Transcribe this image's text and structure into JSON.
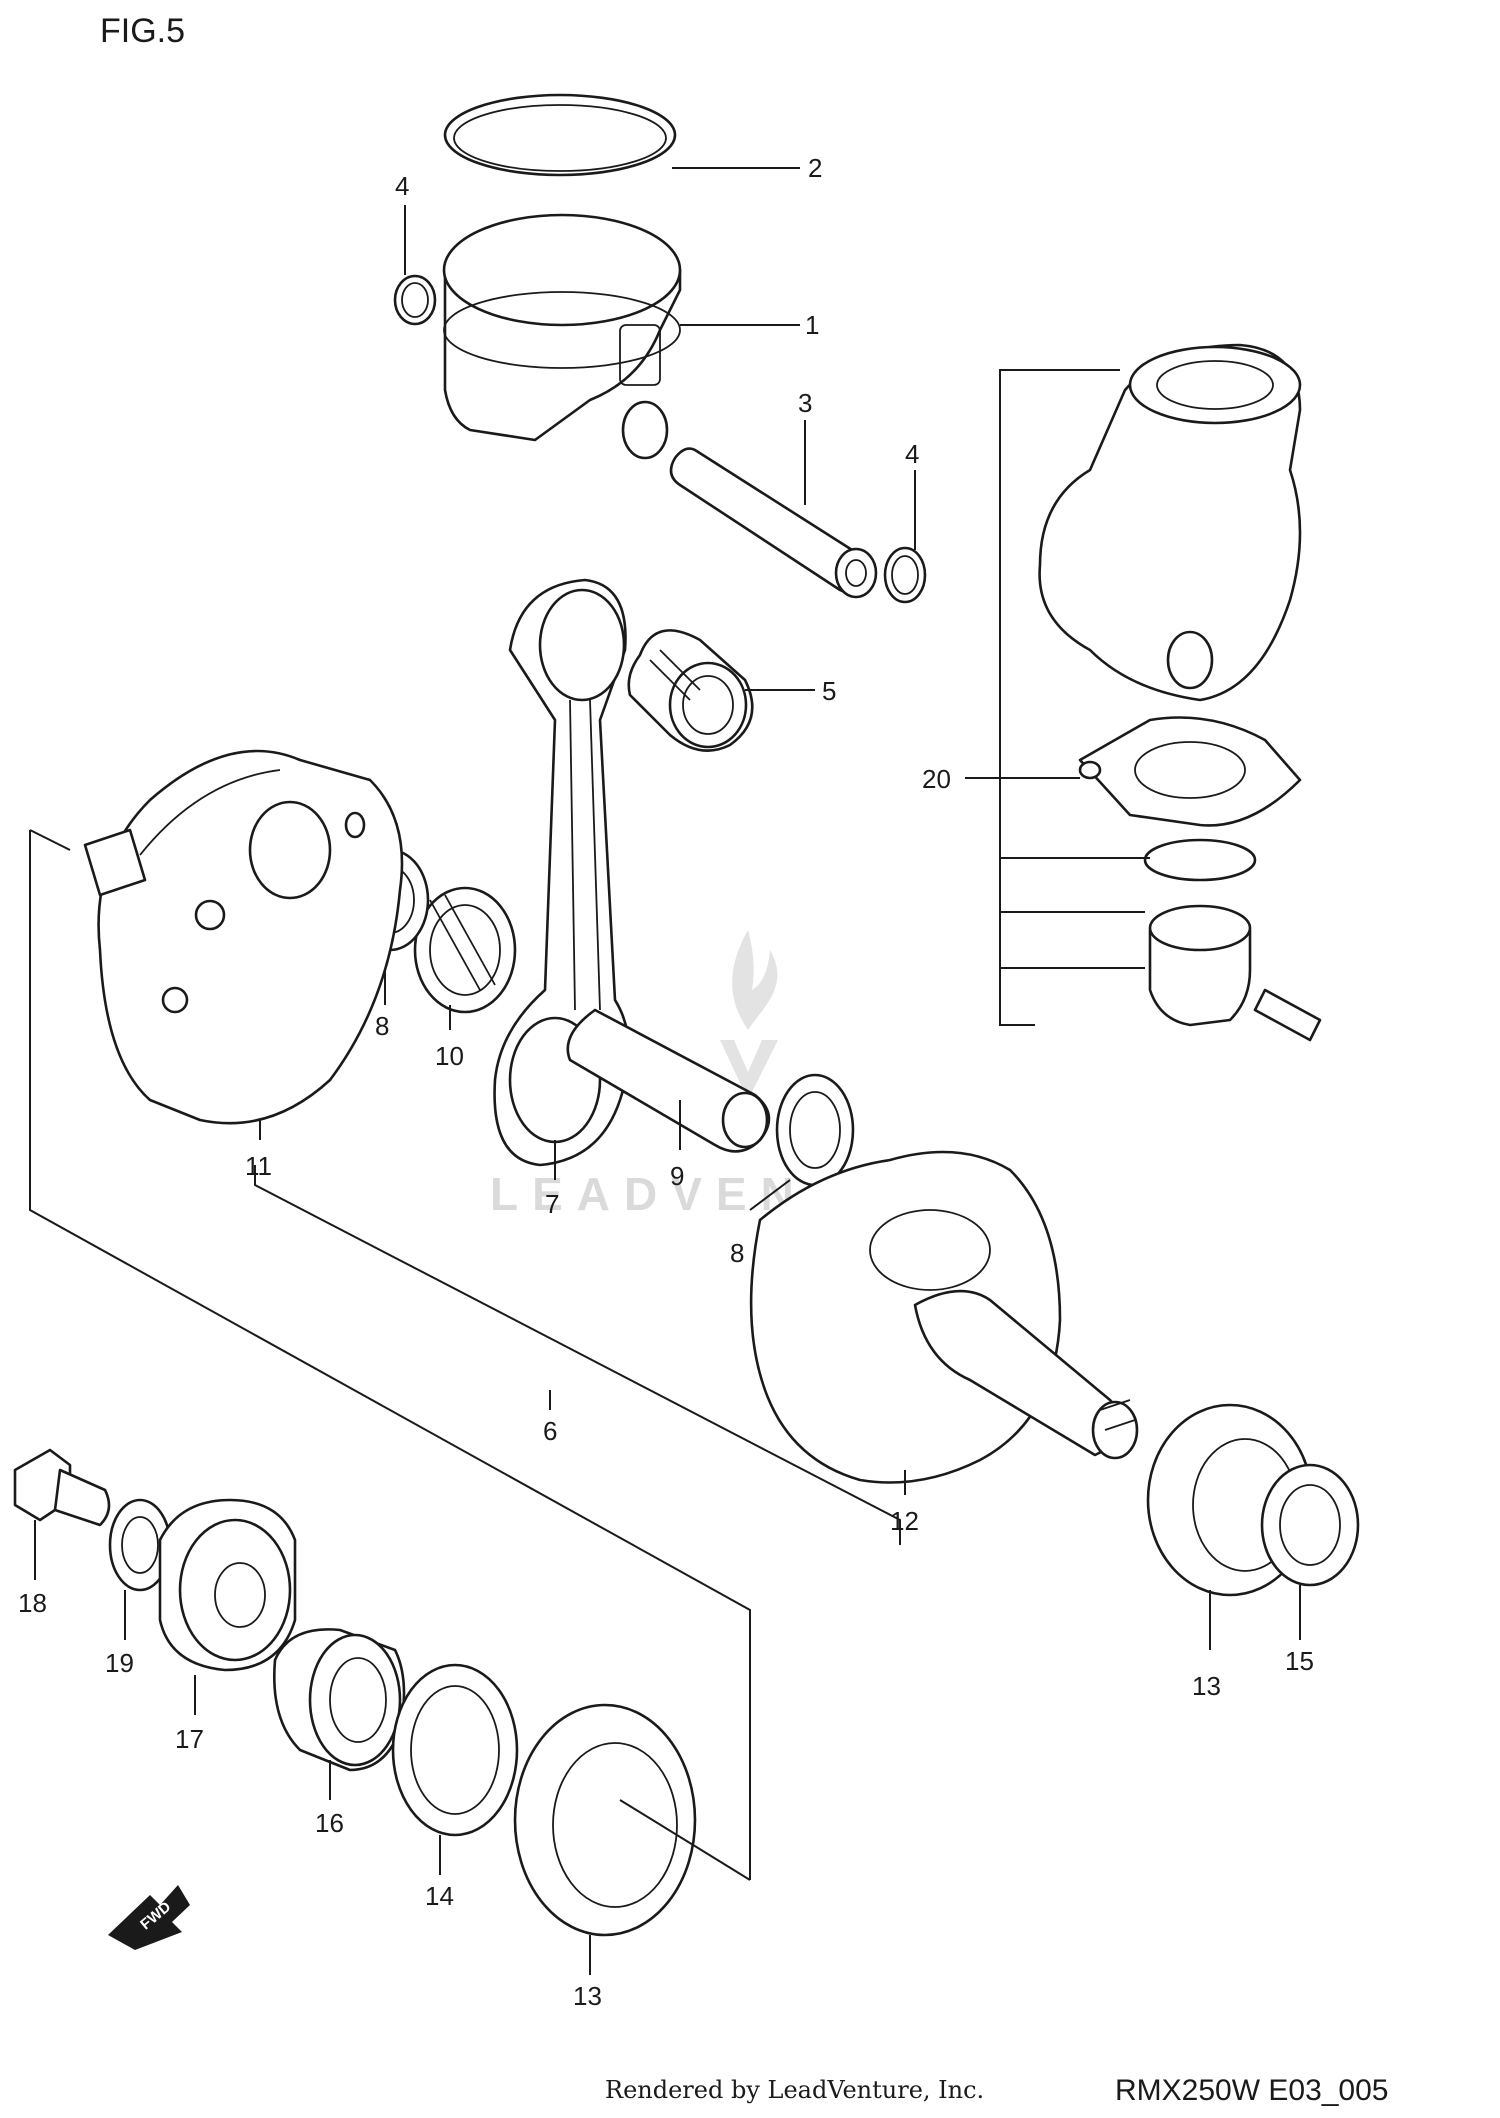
{
  "figure": {
    "title": "FIG.5"
  },
  "callouts": {
    "c1": "1",
    "c2": "2",
    "c3": "3",
    "c4a": "4",
    "c4b": "4",
    "c5": "5",
    "c6": "6",
    "c7": "7",
    "c8a": "8",
    "c8b": "8",
    "c9": "9",
    "c10": "10",
    "c11": "11",
    "c12": "12",
    "c13a": "13",
    "c13b": "13",
    "c14": "14",
    "c15": "15",
    "c16": "16",
    "c17": "17",
    "c18": "18",
    "c19": "19",
    "c20": "20"
  },
  "direction_label": "FWD",
  "watermark": "LEADVENTURE",
  "footer": {
    "rendered_by": "Rendered by LeadVenture, Inc.",
    "model_code": "RMX250W E03_005"
  }
}
